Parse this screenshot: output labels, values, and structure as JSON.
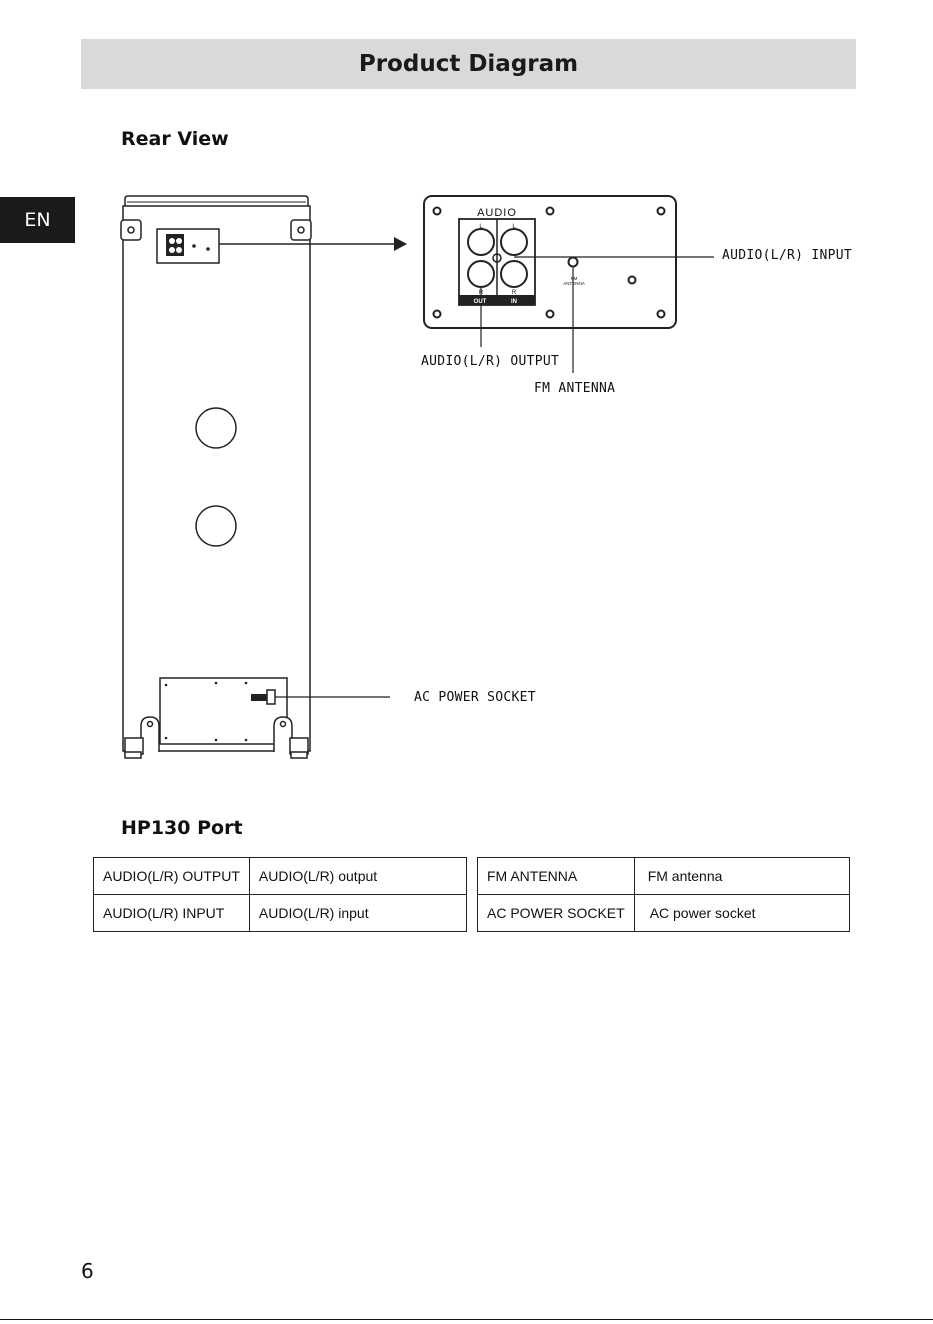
{
  "header": {
    "title": "Product Diagram"
  },
  "language_tab": "EN",
  "rear_view": {
    "heading": "Rear View"
  },
  "panel": {
    "audio_label": "AUDIO",
    "l": "L",
    "r": "R",
    "out_label": "OUT",
    "in_label": "IN",
    "fm_small": "FM",
    "antenna_small": "ANTENNA"
  },
  "callouts": {
    "audio_input": "AUDIO(L/R) INPUT",
    "audio_output": "AUDIO(L/R) OUTPUT",
    "fm_antenna": "FM ANTENNA",
    "ac_power": "AC POWER SOCKET"
  },
  "port_section": {
    "heading": "HP130 Port"
  },
  "port_table_left": [
    [
      "AUDIO(L/R) OUTPUT",
      "AUDIO(L/R) output"
    ],
    [
      "AUDIO(L/R) INPUT",
      "AUDIO(L/R) input"
    ]
  ],
  "port_table_right": [
    [
      "FM ANTENNA",
      "FM antenna"
    ],
    [
      "AC POWER SOCKET",
      "AC power socket"
    ]
  ],
  "page_number": "6"
}
